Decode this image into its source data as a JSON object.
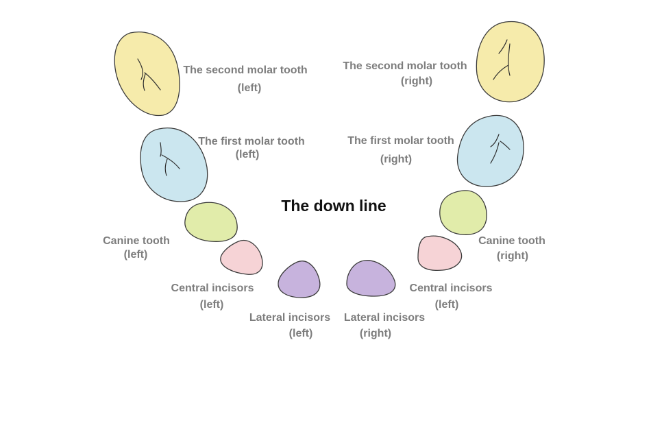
{
  "diagram": {
    "title": "The down line",
    "colors": {
      "molar_second": "#f6ebab",
      "molar_first": "#cbe6ef",
      "canine": "#e1ecaa",
      "central_incisor": "#f6d3d6",
      "lateral_incisor": "#c7b3dd",
      "outline": "#3a3a3a",
      "label": "#7d7d7d"
    },
    "labels": {
      "second_molar_left": {
        "line1": "The second molar tooth",
        "line2": "(left)"
      },
      "second_molar_right": {
        "line1": "The second molar tooth",
        "line2": "(right)"
      },
      "first_molar_left": {
        "line1": "The first molar tooth",
        "line2": "(left)"
      },
      "first_molar_right": {
        "line1": "The first molar tooth",
        "line2": "(right)"
      },
      "canine_left": {
        "line1": "Canine tooth",
        "line2": "(left)"
      },
      "canine_right": {
        "line1": "Canine tooth",
        "line2": "(right)"
      },
      "central_left": {
        "line1": "Central incisors",
        "line2": "(left)"
      },
      "central_right": {
        "line1": "Central incisors",
        "line2": "(left)"
      },
      "lateral_left": {
        "line1": "Lateral incisors",
        "line2": "(left)"
      },
      "lateral_right": {
        "line1": "Lateral incisors",
        "line2": "(right)"
      }
    }
  }
}
